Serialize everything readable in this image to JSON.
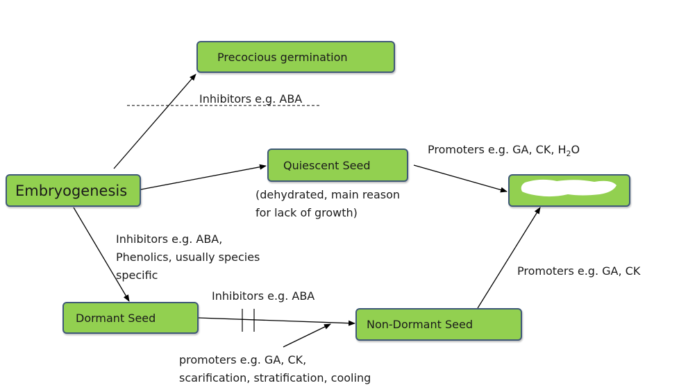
{
  "nodes": {
    "precocious": "Precocious germination",
    "embryogenesis": "Embryogenesis",
    "quiescent": "Quiescent Seed",
    "germination": "",
    "dormant": "Dormant Seed",
    "non_dormant": "Non-Dormant Seed"
  },
  "labels": {
    "inhibitors_top": "Inhibitors e.g. ABA",
    "promoters_quiescent": "Promoters  e.g. GA, CK, H",
    "promoters_quiescent_sub": "2",
    "promoters_quiescent_end": "O",
    "quiescent_note_1": "(dehydrated, main reason",
    "quiescent_note_2": "for lack of growth)",
    "inhibitors_left_1": "Inhibitors e.g. ABA,",
    "inhibitors_left_2": "Phenolics, usually species",
    "inhibitors_left_3": "specific",
    "inhibitors_bottom": "Inhibitors  e.g. ABA",
    "promoters_right": "Promoters  e.g. GA, CK",
    "promoters_bottom_1": "promoters e.g. GA, CK,",
    "promoters_bottom_2": "scarification, stratification, cooling"
  },
  "colors": {
    "node_fill": "#92d050",
    "node_border": "#3f5878",
    "arrow": "#000000"
  }
}
